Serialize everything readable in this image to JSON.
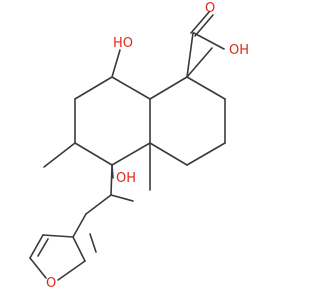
{
  "molecule": {
    "atom_labels": {
      "carboxyl_oxygen": "O",
      "carboxyl_hydroxyl": "OH",
      "upper_hydroxyl": "HO",
      "lower_hydroxyl": "OH",
      "furan_oxygen": "O"
    },
    "colors": {
      "bond": "#3a3a3a",
      "heteroatom": "#e0261a",
      "background": "#ffffff"
    }
  }
}
